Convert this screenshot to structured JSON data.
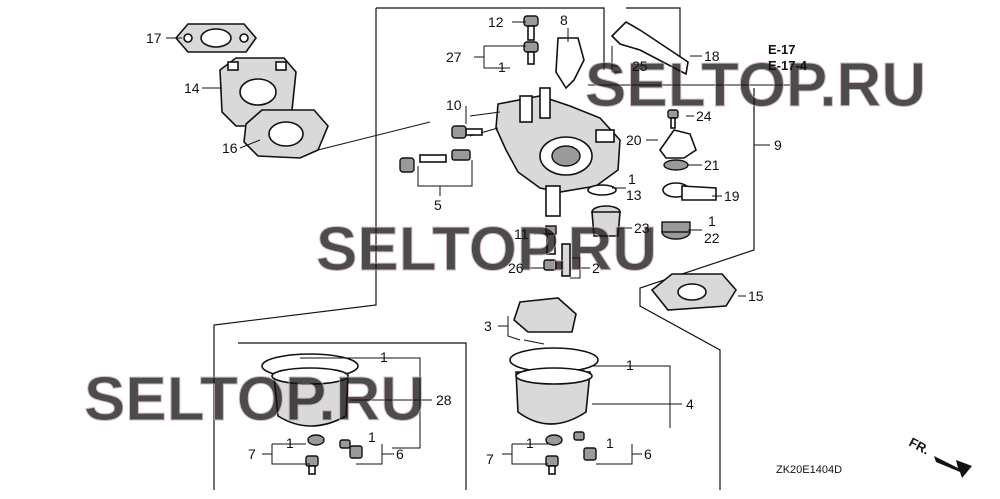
{
  "callouts": {
    "c1a": "1",
    "c1b": "1",
    "c1c": "1",
    "c1d": "1",
    "c1e": "1",
    "c1f": "1",
    "c1g": "1",
    "c1h": "1",
    "c1i": "1",
    "c2": "2",
    "c3": "3",
    "c4": "4",
    "c5": "5",
    "c6a": "6",
    "c6b": "6",
    "c7a": "7",
    "c7b": "7",
    "c8": "8",
    "c9": "9",
    "c10": "10",
    "c11": "11",
    "c12": "12",
    "c13": "13",
    "c14": "14",
    "c15": "15",
    "c16": "16",
    "c17": "17",
    "c18": "18",
    "c19": "19",
    "c20": "20",
    "c21": "21",
    "c22": "22",
    "c23": "23",
    "c24": "24",
    "c25": "25",
    "c26": "26",
    "c27": "27",
    "c28": "28"
  },
  "references": {
    "ref1": "E-17",
    "ref2": "E-17-4"
  },
  "diagram_code": "ZK20E1404D",
  "direction_label": "FR.",
  "watermarks": {
    "wm1": "SELTOP.RU",
    "wm2": "SELTOP.RU",
    "wm3": "SELTOP.RU"
  }
}
